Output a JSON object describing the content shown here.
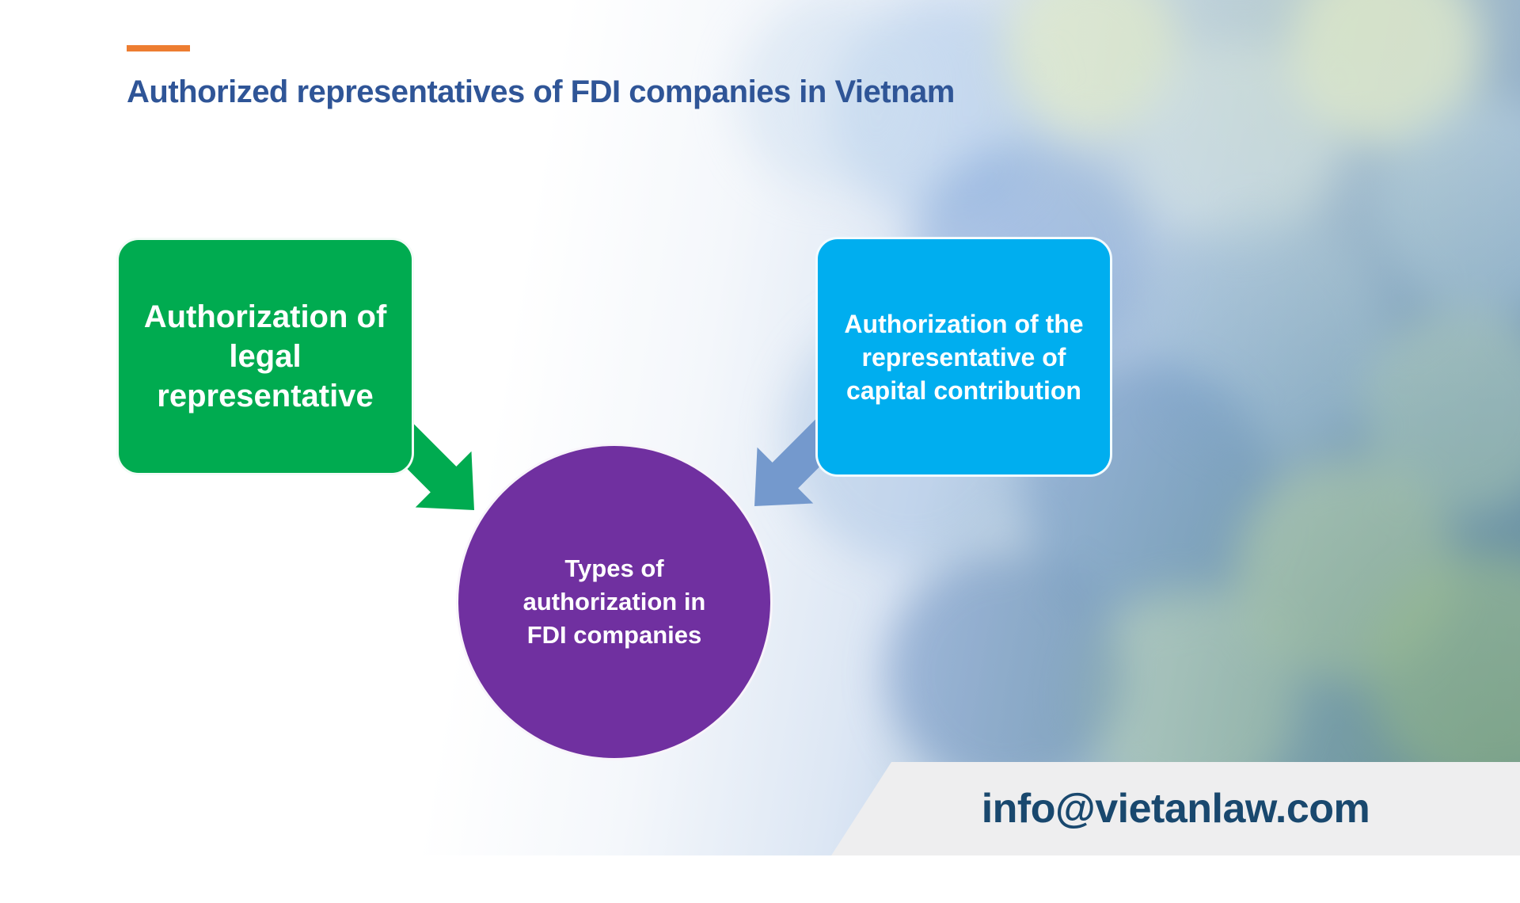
{
  "slide": {
    "accent_color": "#ED7D31",
    "title": {
      "text": "Authorized representatives of FDI companies in Vietnam",
      "color": "#2F5597"
    },
    "shapes": {
      "green_box": {
        "label": "Authorization of legal representative",
        "lines": [
          "Authorization of",
          "legal",
          "representative"
        ],
        "fill": "#00AB50"
      },
      "blue_box": {
        "label": "Authorization of the representative of capital contribution",
        "lines": [
          "Authorization of the",
          "representative of",
          "capital contribution"
        ],
        "fill": "#00AEEF"
      },
      "circle": {
        "label": "Types of authorization in FDI companies",
        "lines": [
          "Types of",
          "authorization in",
          "FDI companies"
        ],
        "fill": "#7030A0"
      },
      "green_arrow": {
        "direction": "down-right",
        "fill": "#00AB50"
      },
      "blue_arrow": {
        "direction": "down-left",
        "fill": "#7499CD"
      }
    },
    "footer": {
      "email": "info@vietanlaw.com",
      "bg": "#EEEEEF",
      "text_color": "#19486E"
    }
  }
}
